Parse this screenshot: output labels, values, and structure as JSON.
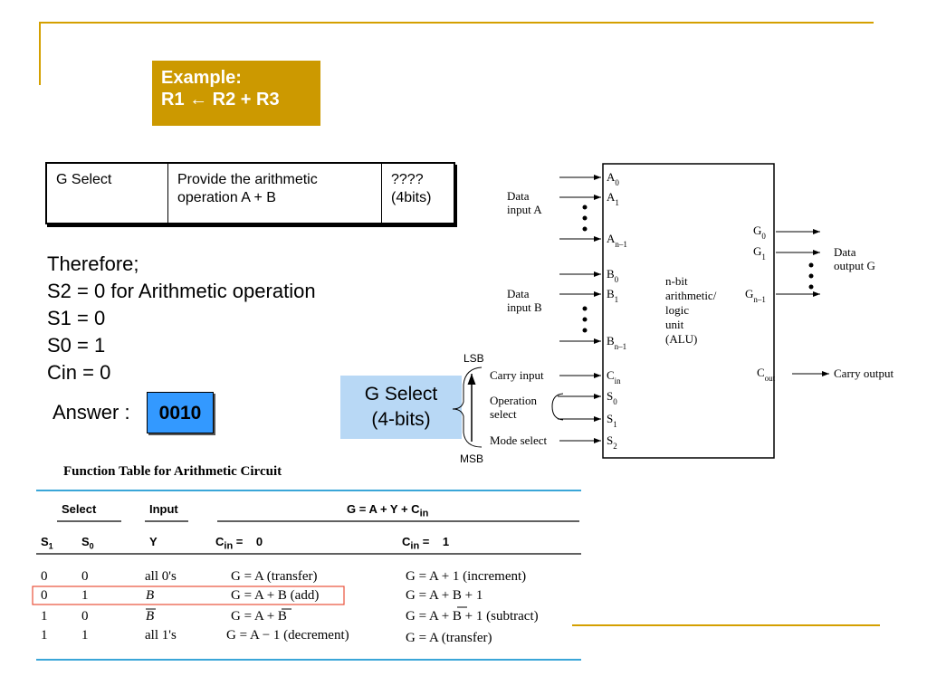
{
  "example": {
    "line1": "Example:",
    "line2": "R1 ← R2 + R3"
  },
  "gtable": {
    "col1": "G Select",
    "col2": "Provide the arithmetic operation A + B",
    "col3_line1": "????",
    "col3_line2": "(4bits)"
  },
  "therefore": [
    "Therefore;",
    "S2 = 0 for Arithmetic operation",
    "S1 = 0",
    "S0 = 1",
    "Cin = 0"
  ],
  "answer": {
    "label": "Answer :",
    "value": "0010"
  },
  "gselect": {
    "line1": "G Select",
    "line2": "(4-bits)",
    "lsb": "LSB",
    "msb": "MSB"
  },
  "alu": {
    "unit_lines": [
      "n-bit",
      "arithmetic/",
      "logic",
      "unit",
      "(ALU)"
    ],
    "data_input_a": [
      "Data",
      "input A"
    ],
    "data_input_b": [
      "Data",
      "input B"
    ],
    "carry_input": "Carry input",
    "operation_select": [
      "Operation",
      "select"
    ],
    "mode_select": "Mode select",
    "data_output_g": [
      "Data",
      "output G"
    ],
    "carry_output": "Carry output"
  },
  "function_table": {
    "title": "Function Table for Arithmetic Circuit",
    "headers": {
      "select": "Select",
      "input": "Input",
      "g_formula": "G = A + Y + C",
      "s1": "S",
      "s0": "S",
      "y": "Y",
      "cin0": "C",
      "cin1": "C"
    },
    "rows": [
      {
        "s1": "0",
        "s0": "0",
        "y": "all 0's",
        "g0": "G = A (transfer)",
        "g1": "G = A + 1 (increment)"
      },
      {
        "s1": "0",
        "s0": "1",
        "y": "B",
        "g0": "G = A + B (add)",
        "g1": "G = A + B + 1"
      },
      {
        "s1": "1",
        "s0": "0",
        "y": "B",
        "g0": "G = A + B",
        "g1": "G = A + B + 1 (subtract)"
      },
      {
        "s1": "1",
        "s0": "1",
        "y": "all 1's",
        "g0": "G = A − 1 (decrement)",
        "g1": "G = A (transfer)"
      }
    ]
  },
  "colors": {
    "accent": "#cc9900",
    "answer_bg": "#3399ff",
    "gselect_bg": "#b8d8f5",
    "table_rule": "#3aa6d8",
    "highlight": "#e8503a"
  }
}
